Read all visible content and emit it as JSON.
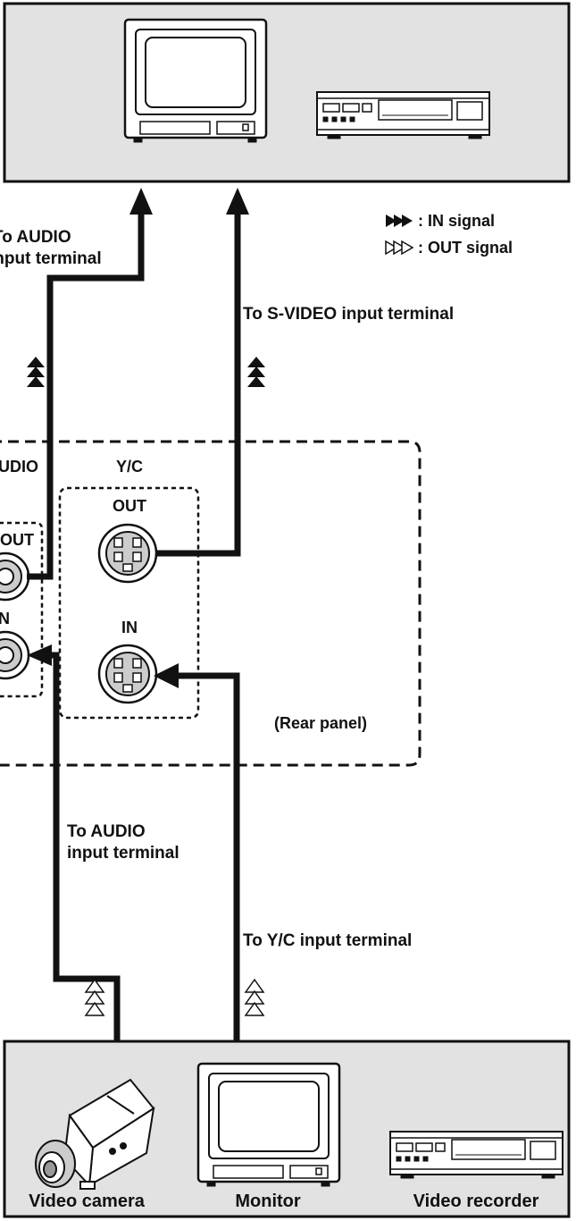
{
  "legend": {
    "in_label": ": IN signal",
    "out_label": ": OUT signal"
  },
  "connections": {
    "top_audio": [
      "To AUDIO",
      "input terminal"
    ],
    "top_svideo": "To S-VIDEO input terminal",
    "bottom_audio": [
      "To AUDIO",
      "input terminal"
    ],
    "bottom_yc": "To Y/C input terminal"
  },
  "rear_panel": {
    "audio_header": "AUDIO",
    "yc_header": "Y/C",
    "audio_out": "OUT",
    "audio_in": "IN",
    "yc_out": "OUT",
    "yc_in": "IN",
    "panel_label": "(Rear panel)"
  },
  "devices": {
    "camera": "Video camera",
    "monitor": "Monitor",
    "recorder": "Video recorder"
  }
}
